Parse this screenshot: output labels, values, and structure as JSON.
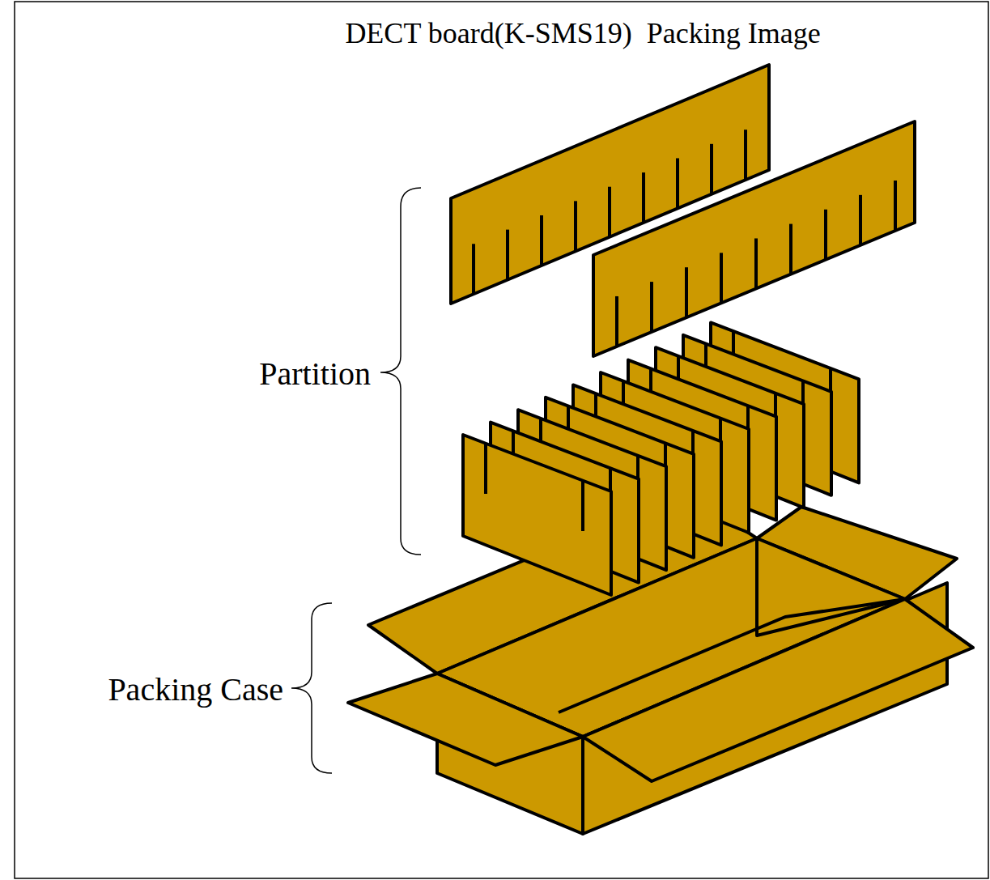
{
  "diagram": {
    "title": "DECT board(K-SMS19)  Packing Image",
    "labels": [
      "Partition",
      "Packing Case"
    ]
  }
}
